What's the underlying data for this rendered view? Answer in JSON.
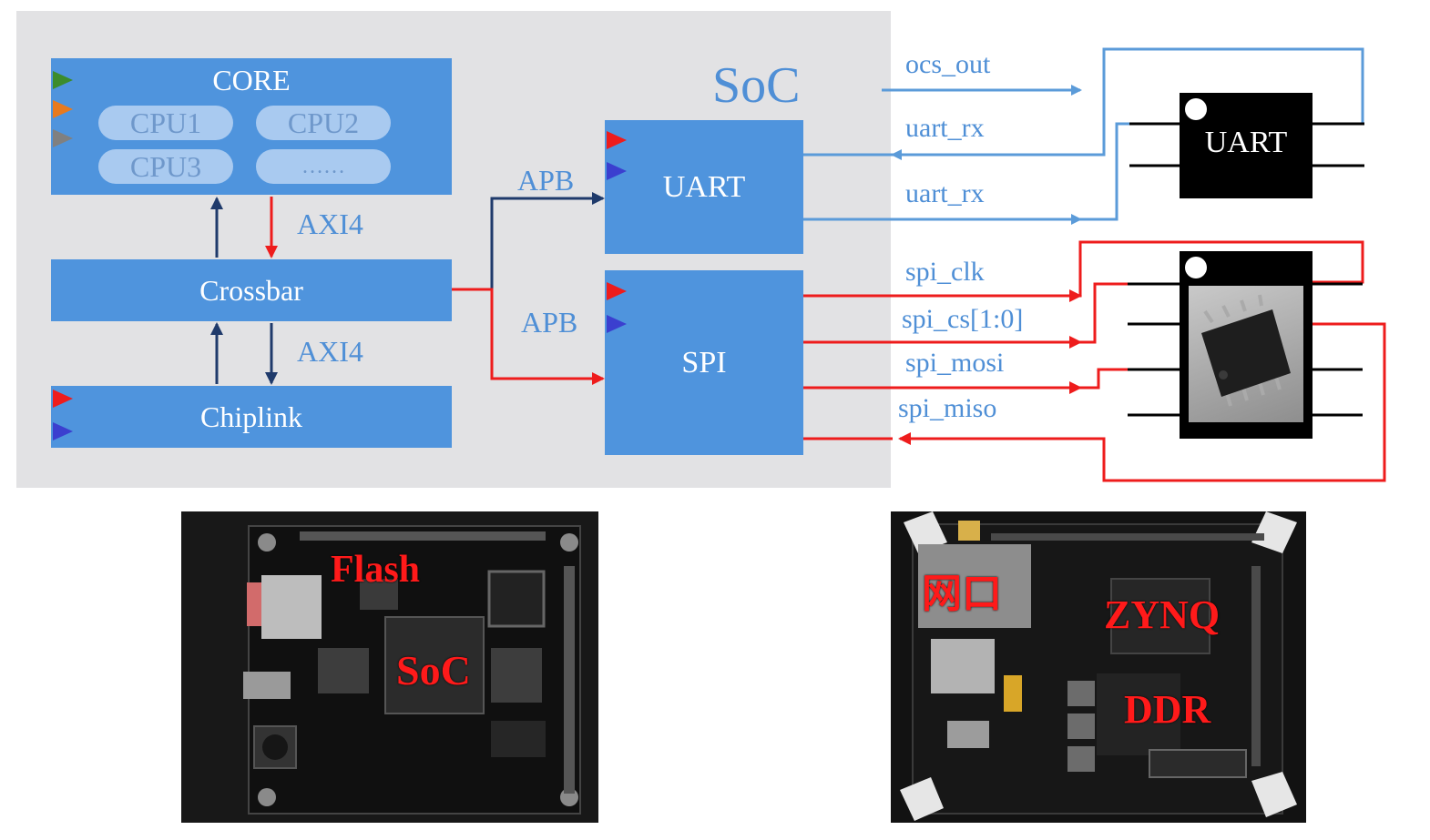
{
  "soc_diagram": {
    "soc_title": "SoC",
    "core": {
      "title": "CORE",
      "cpus": [
        "CPU1",
        "CPU2",
        "CPU3",
        "……"
      ]
    },
    "crossbar": "Crossbar",
    "chiplink": "Chiplink",
    "bus_upper": "AXI4",
    "bus_lower": "AXI4",
    "apb_uart": "APB",
    "apb_spi": "APB",
    "uart_block": "UART",
    "spi_block": "SPI"
  },
  "signals": {
    "ocs_out": "ocs_out",
    "uart_rx_1": "uart_rx",
    "uart_rx_2": "uart_rx",
    "spi_clk": "spi_clk",
    "spi_cs": "spi_cs[1:0]",
    "spi_mosi": "spi_mosi",
    "spi_miso": "spi_miso"
  },
  "external": {
    "uart_chip_label": "UART"
  },
  "photos": {
    "left_board": {
      "labels": [
        "Flash",
        "SoC"
      ]
    },
    "right_board": {
      "labels": [
        "网口",
        "ZYNQ",
        "DDR"
      ]
    }
  },
  "colors": {
    "block_blue": "#4f94dd",
    "wire_blue": "#5b9bd9",
    "wire_red": "#ee1c1c",
    "wire_navy": "#1f3a6b",
    "soc_bg": "#e2e2e4",
    "triangle_green": "#3c8c2c",
    "triangle_orange": "#e87a1e",
    "triangle_gray": "#808080",
    "triangle_red": "#ee1c1c",
    "triangle_blue": "#3b3fcf"
  }
}
